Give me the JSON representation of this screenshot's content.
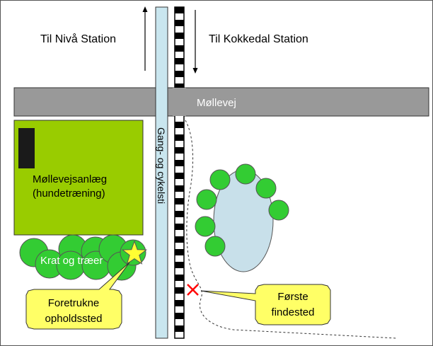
{
  "colors": {
    "road": "#999999",
    "park": "#99cc00",
    "building": "#1a1a1a",
    "path": "#c9e6ef",
    "pond": "#c8e0ea",
    "tree": "#33cc33",
    "star": "#ffff33",
    "callout": "#ffff66",
    "marker": "#ff0000"
  },
  "labels": {
    "north_direction": "Til Nivå Station",
    "south_direction": "Til Kokkedal Station",
    "road": "Møllevej",
    "path": "Gang- og cykelsti",
    "park_line1": "Møllevejsanlæg",
    "park_line2": "(hundetræning)",
    "shrubs": "Krat og træer",
    "callout_left_line1": "Foretrukne",
    "callout_left_line2": "opholdssted",
    "callout_right_line1": "Første",
    "callout_right_line2": "findested"
  },
  "icons": {
    "star": "star-icon",
    "cross": "x-mark-icon"
  }
}
